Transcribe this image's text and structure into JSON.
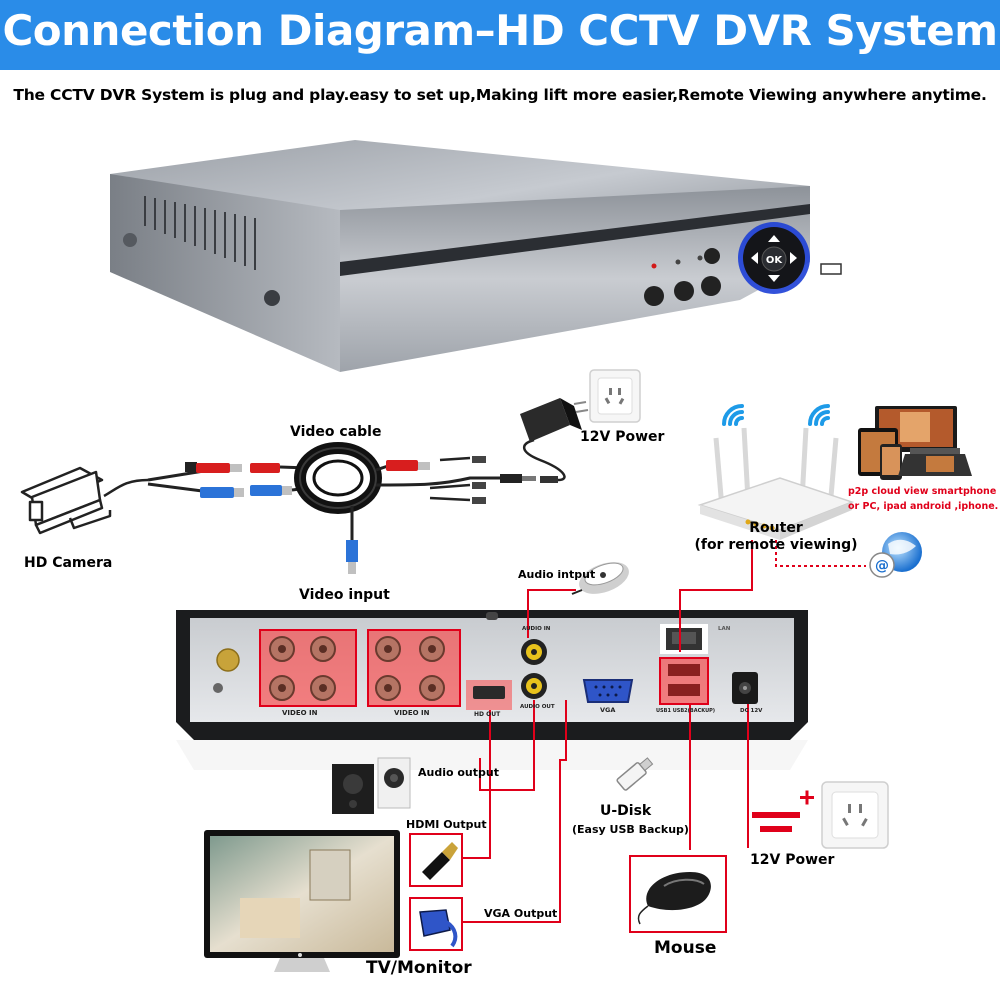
{
  "header": {
    "title": "Connection Diagram–HD CCTV DVR System",
    "subtitle": "The CCTV DVR System is plug and play.easy to set up,Making lift more easier,Remote Viewing anywhere anytime."
  },
  "labels": {
    "video_cable": "Video cable",
    "power_top": "12V Power",
    "hd_camera": "HD Camera",
    "video_input": "Video input",
    "router": "Router",
    "router_sub": "(for remote viewing)",
    "p2p_line1": "p2p cloud  view smartphone",
    "p2p_line2": "or PC, ipad android ,iphone.",
    "audio_input": "Audio intput",
    "audio_output": "Audio output",
    "hdmi_output": "HDMI Output",
    "vga_output": "VGA Output",
    "udisk": "U-Disk",
    "udisk_sub": "(Easy USB Backup)",
    "power_bottom": "12V Power",
    "mouse": "Mouse",
    "tv_monitor": "TV/Monitor"
  },
  "panel": {
    "video_in_left": "VIDEO IN",
    "video_in_right": "VIDEO IN",
    "audio_in": "AUDIO IN",
    "audio_out": "AUDIO OUT",
    "hd_out": "HD OUT",
    "vga": "VGA",
    "lan": "LAN",
    "usb": "USB1  USB2(BACKUP)",
    "dc": "DC 12V"
  },
  "dvr_front": {
    "ok": "OK"
  },
  "colors": {
    "banner": "#2a8ce8",
    "connector_line": "#e0001a",
    "highlight": "#ff2a2a",
    "wifi": "#1e9be8"
  }
}
